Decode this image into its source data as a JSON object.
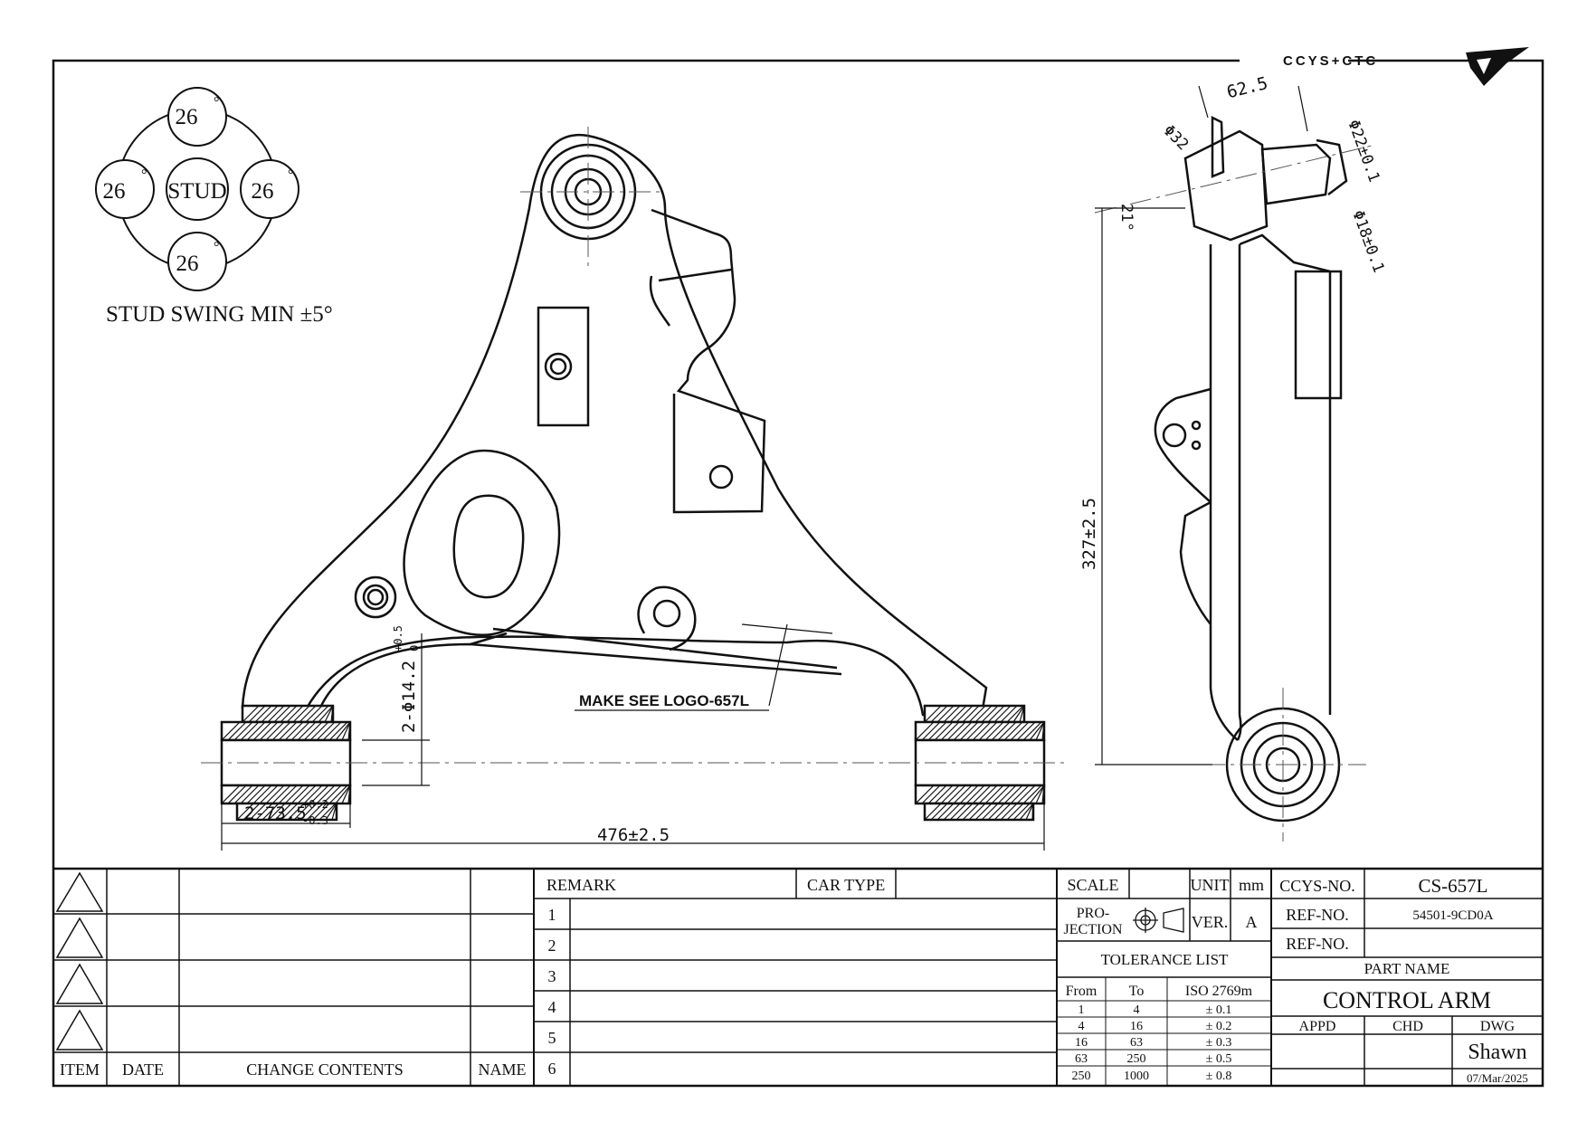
{
  "brand": {
    "name": "CCYS+CTC"
  },
  "stud_diagram": {
    "center_label": "STUD",
    "angles": [
      "26",
      "26",
      "26",
      "26"
    ],
    "degree_symbol": "°",
    "caption": "STUD SWING MIN ±5°"
  },
  "front_view": {
    "logo_note": "MAKE SEE LOGO-657L",
    "dim_overall": "476±2.5",
    "dim_bushing_len": "2-73.5",
    "dim_bushing_len_tol_upper": "+0.2",
    "dim_bushing_len_tol_lower": "-0.3",
    "dim_bore": "2-Φ14.2",
    "dim_bore_tol_upper": "+0.5",
    "dim_bore_tol_lower": "0"
  },
  "side_view": {
    "dim_height": "327±2.5",
    "dim_offset": "62.5",
    "dim_ball_dia": "Φ32",
    "dim_stud_dia": "Φ22±0.1",
    "dim_stud_tip": "Φ18±0.1",
    "dim_angle": "21°"
  },
  "revision_block": {
    "headers": {
      "item": "ITEM",
      "date": "DATE",
      "change": "CHANGE CONTENTS",
      "name": "NAME"
    }
  },
  "remark_block": {
    "remark_label": "REMARK",
    "car_type_label": "CAR TYPE",
    "rows": [
      "1",
      "2",
      "3",
      "4",
      "5",
      "6"
    ]
  },
  "title_block": {
    "scale_label": "SCALE",
    "unit_label": "UNIT",
    "unit_value": "mm",
    "projection_label_1": "PRO-",
    "projection_label_2": "JECTION",
    "ver_label": "VER.",
    "ver_value": "A",
    "tolerance_title": "TOLERANCE LIST",
    "tolerance_headers": [
      "From",
      "To",
      "ISO 2769m"
    ],
    "tolerance_rows": [
      [
        "1",
        "4",
        "± 0.1"
      ],
      [
        "4",
        "16",
        "± 0.2"
      ],
      [
        "16",
        "63",
        "± 0.3"
      ],
      [
        "63",
        "250",
        "± 0.5"
      ],
      [
        "250",
        "1000",
        "± 0.8"
      ]
    ],
    "ccys_label": "CCYS-NO.",
    "ccys_value": "CS-657L",
    "ref1_label": "REF-NO.",
    "ref1_value": "54501-9CD0A",
    "ref2_label": "REF-NO.",
    "ref2_value": "",
    "part_name_label": "PART NAME",
    "part_name": "CONTROL ARM",
    "appd_label": "APPD",
    "chd_label": "CHD",
    "dwg_label": "DWG",
    "dwg_name": "Shawn",
    "dwg_date": "07/Mar/2025"
  }
}
